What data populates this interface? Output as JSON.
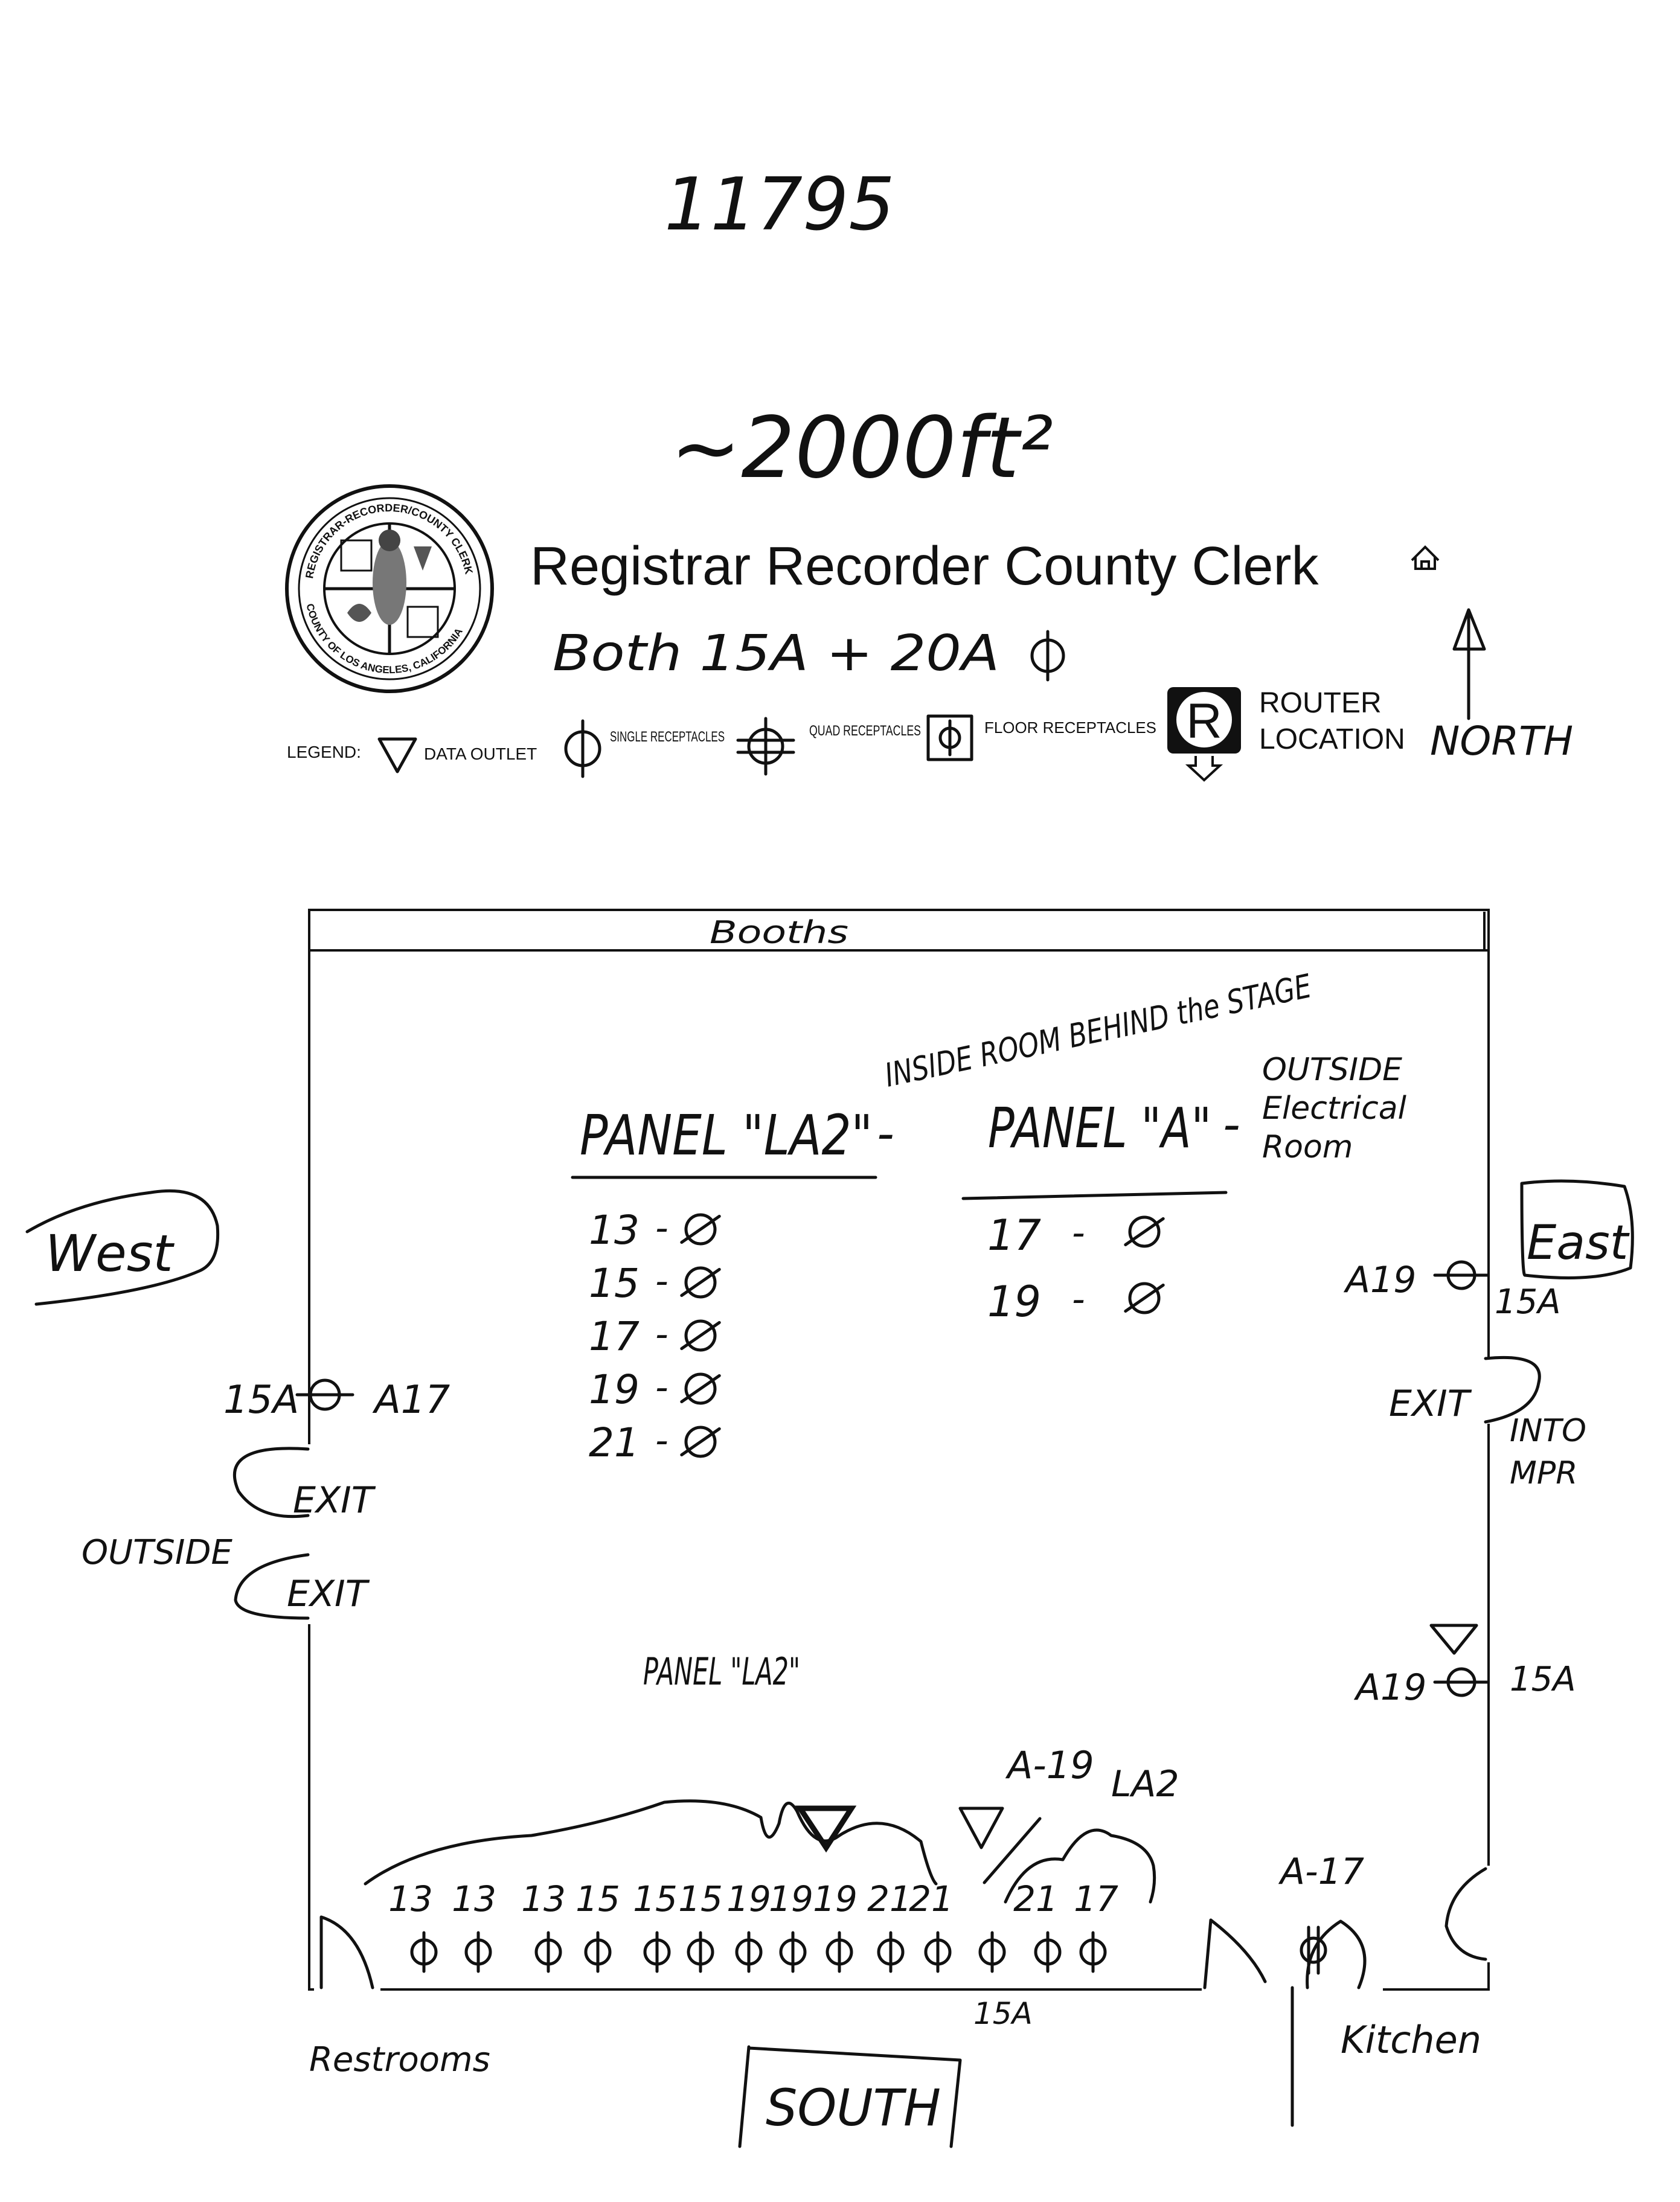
{
  "header": {
    "top_number": "11795",
    "area": "~2000ft²",
    "org_title": "Registrar Recorder County Clerk",
    "amps_note": "Both 15A + 20A",
    "seal_text_top": "REGISTRAR-RECORDER/COUNTY CLERK",
    "seal_text_bottom": "COUNTY OF LOS ANGELES, CALIFORNIA"
  },
  "legend": {
    "label": "LEGEND:",
    "data_outlet": "DATA OUTLET",
    "single_receptacles": "SINGLE RECEPTACLES",
    "quad_receptacles": "QUAD RECEPTACLES",
    "floor_receptacles": "FLOOR RECEPTACLES",
    "router_letter": "R",
    "router_location": "ROUTER LOCATION",
    "north": "NORTH"
  },
  "plan": {
    "north_wall": "Booths",
    "panel_la2": {
      "title": "PANEL \"LA2\"",
      "note": "INSIDE ROOM BEHIND the STAGE",
      "circuits": [
        "13",
        "15",
        "17",
        "19",
        "21"
      ]
    },
    "panel_a": {
      "title": "PANEL \"A\"",
      "note": "OUTSIDE Electrical Room",
      "circuits": [
        "17",
        "19"
      ]
    },
    "panel_la2_lower": "PANEL \"LA2\"",
    "dash": "-",
    "west_label": "West",
    "east_label": "East",
    "south_label": "SOUTH",
    "outside_label": "OUTSIDE",
    "restrooms_label": "Restrooms",
    "kitchen_label": "Kitchen",
    "into_mpr": "INTO MPR",
    "west_receptacle": {
      "amps": "15A",
      "circuit": "A17"
    },
    "east_receptacle_top": {
      "circuit": "A19",
      "amps": "15A"
    },
    "east_receptacle_lower": {
      "circuit": "A19",
      "amps": "15A"
    },
    "exits": [
      "EXIT",
      "EXIT",
      "EXIT"
    ],
    "south_circuits": [
      "13",
      "13",
      "13",
      "15",
      "15",
      "15",
      "19",
      "19",
      "19",
      "21",
      "21",
      "21",
      "17"
    ],
    "south_a19": "A-19",
    "south_la2": "LA2",
    "south_15a": "15A",
    "south_a17": "A-17"
  }
}
